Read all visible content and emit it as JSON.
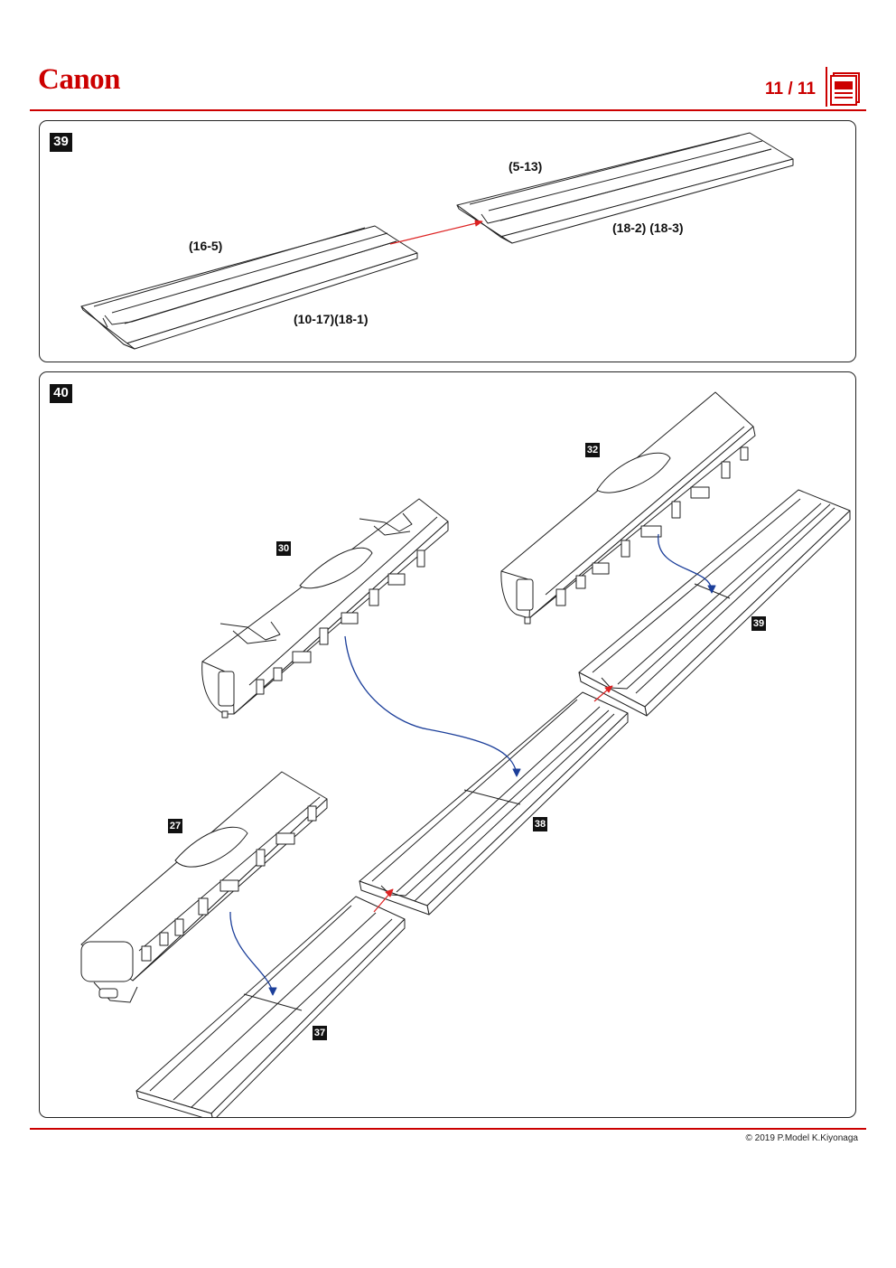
{
  "header": {
    "brand": "Canon",
    "page_indicator": "11 / 11"
  },
  "step39": {
    "number": "39",
    "labels": {
      "platform_left_top": "(16-5)",
      "platform_left_bottom": "(10-17)(18-1)",
      "platform_right_top": "(5-13)",
      "platform_right_bottom": "(18-2) (18-3)"
    }
  },
  "step40": {
    "number": "40",
    "parts": {
      "car_30": "30",
      "car_32": "32",
      "car_27": "27",
      "platform_39": "39",
      "platform_38": "38",
      "platform_37": "37"
    }
  },
  "footer": {
    "copyright": "© 2019 P.Model K.Kiyonaga"
  },
  "colors": {
    "brand_red": "#cc0000",
    "arrow_red": "#dd2222",
    "arrow_blue": "#1c3f9a",
    "line": "#222222"
  }
}
